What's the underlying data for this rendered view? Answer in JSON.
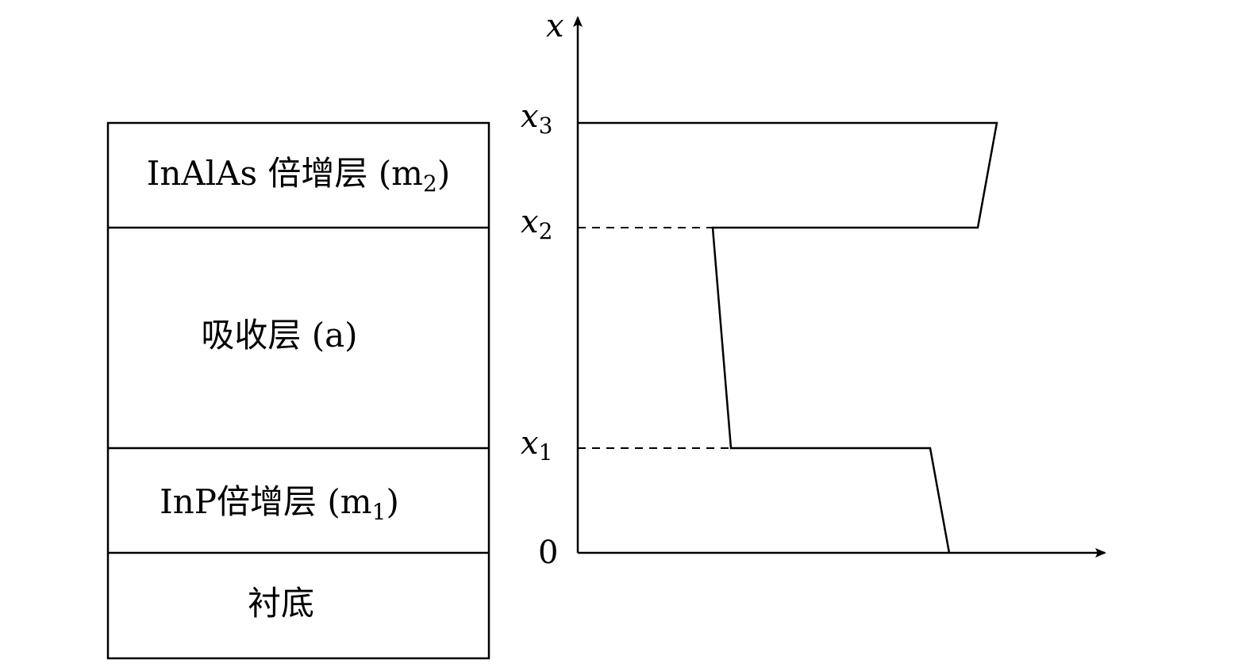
{
  "layers": {
    "top": {
      "name": "InAlAs 倍增层 (m",
      "sub": "2",
      "close": ")"
    },
    "absorb": {
      "name": "吸收层 (a)"
    },
    "inp": {
      "name": "InP倍增层 (m",
      "sub": "1",
      "close": ")"
    },
    "substrate": {
      "name": "衬底"
    }
  },
  "axis": {
    "x_label": "x",
    "origin": "0",
    "ticks": [
      {
        "base": "x",
        "sub": "3"
      },
      {
        "base": "x",
        "sub": "2"
      },
      {
        "base": "x",
        "sub": "1"
      }
    ]
  }
}
